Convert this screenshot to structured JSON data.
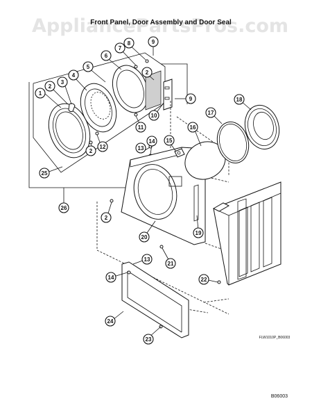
{
  "watermark": "AppliancePartsPros.com",
  "title": "Front Panel, Door Assembly and Door Seal",
  "figure_code": "FLW1010P_B06003",
  "page_code": "B06003",
  "callout_labels": [
    "1",
    "2",
    "3",
    "4",
    "5",
    "6",
    "7",
    "8",
    "9",
    "2",
    "9",
    "10",
    "11",
    "12",
    "2",
    "13",
    "14",
    "15",
    "16",
    "17",
    "18",
    "25",
    "26",
    "2",
    "20",
    "19",
    "21",
    "13",
    "14",
    "22",
    "24",
    "23"
  ]
}
